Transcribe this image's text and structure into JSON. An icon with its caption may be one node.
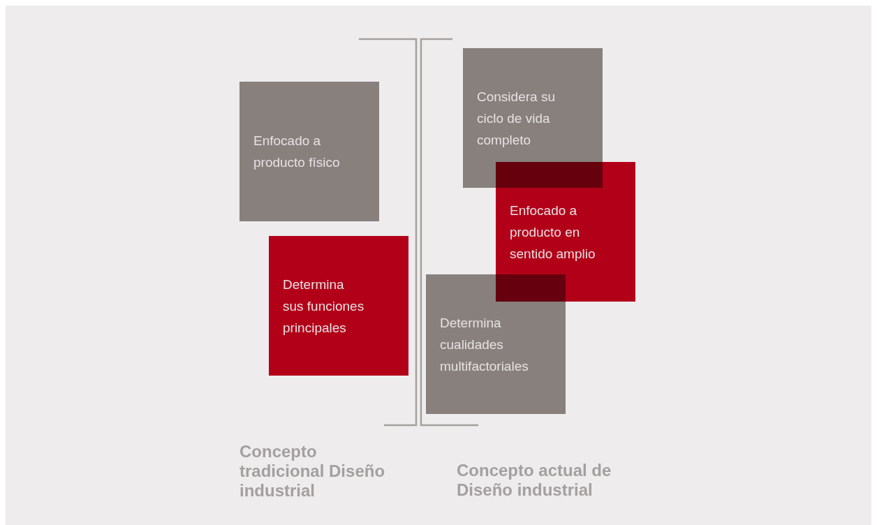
{
  "diagram": {
    "nodes": [
      {
        "text": [
          "Enfocado a producto físico"
        ]
      },
      {
        "text": [
          "Determina sus funciones principales"
        ]
      },
      {
        "text": [
          "Considera su ciclo de vida completo"
        ]
      },
      {
        "text": [
          "Enfocado a producto en sentido amplio"
        ]
      },
      {
        "text": [
          "Determina cualidades multifactoriales"
        ]
      }
    ],
    "labels": [
      "Concepto tradicional Diseño industrial",
      "Concepto actual de Diseño industrial"
    ]
  }
}
